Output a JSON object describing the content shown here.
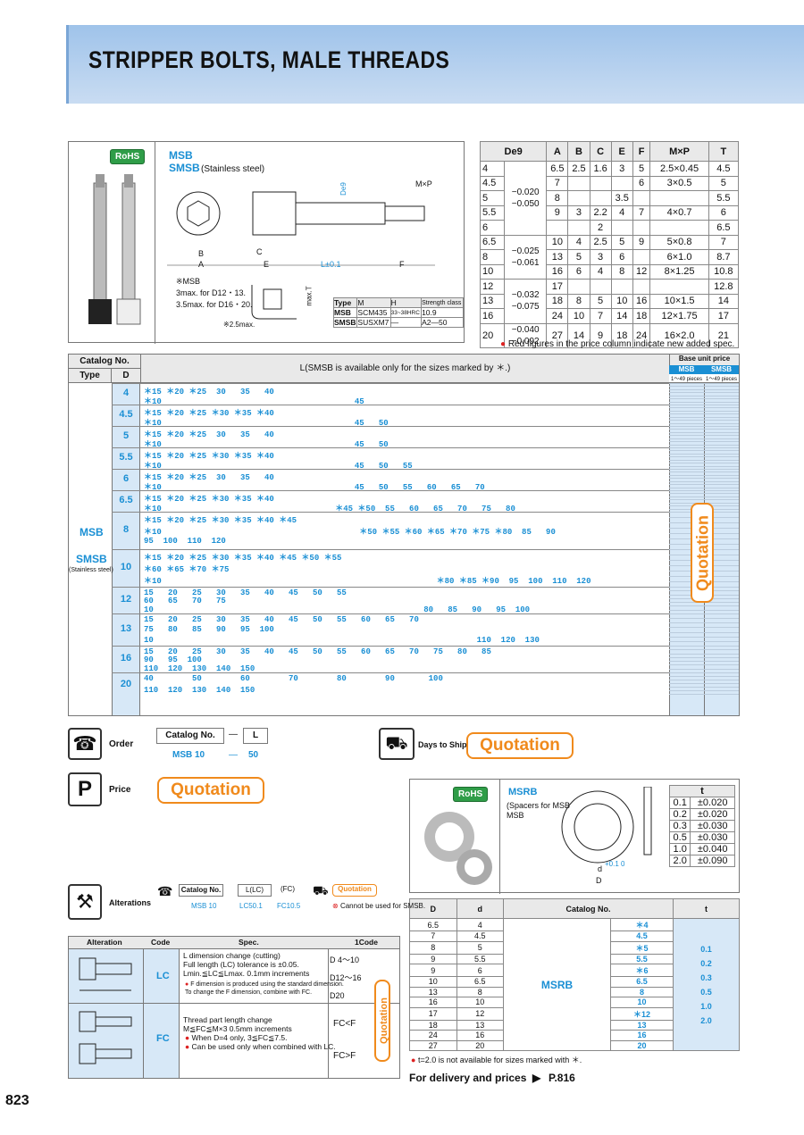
{
  "title": "STRIPPER BOLTS, MALE THREADS",
  "page_number": "823",
  "product": {
    "rohs": "RoHS",
    "code1": "MSB",
    "code2": "SMSB",
    "code2_note": "(Stainless steel)",
    "notes": [
      "※MSB",
      "3max. for D12・13.",
      "3.5max. for D16・20.",
      "※2.5max."
    ],
    "dim_labels": {
      "mxp": "M×P",
      "deg": "De9",
      "L": "L±0.1",
      "A": "A",
      "B": "B",
      "C": "C",
      "E": "E",
      "F": "F",
      "T": "max.T"
    },
    "material_table": {
      "headers": [
        "Type",
        "M",
        "H",
        "Strength class"
      ],
      "rows": [
        [
          "MSB",
          "SCM435",
          "33~38HRC",
          "10.9"
        ],
        [
          "SMSB",
          "SUSXM7",
          "—",
          "A2—50"
        ]
      ]
    }
  },
  "dim_table": {
    "headers": [
      "De9",
      "A",
      "B",
      "C",
      "E",
      "F",
      "M×P",
      "T"
    ],
    "rows": [
      [
        "4",
        "6.5",
        "2.5",
        "1.6",
        "3",
        "5",
        "2.5×0.45",
        "4.5"
      ],
      [
        "4.5",
        "7",
        "",
        "",
        "",
        "6",
        "3×0.5",
        "5"
      ],
      [
        "5",
        "8",
        "",
        "",
        "3.5",
        "",
        "",
        "5.5"
      ],
      [
        "5.5",
        "9",
        "3",
        "2.2",
        "4",
        "7",
        "4×0.7",
        "6"
      ],
      [
        "6",
        "",
        "",
        "2",
        "",
        "",
        "",
        "6.5"
      ],
      [
        "6.5",
        "10",
        "4",
        "2.5",
        "5",
        "9",
        "5×0.8",
        "7"
      ],
      [
        "8",
        "13",
        "5",
        "3",
        "6",
        "",
        "6×1.0",
        "8.7"
      ],
      [
        "10",
        "16",
        "6",
        "4",
        "8",
        "12",
        "8×1.25",
        "10.8"
      ],
      [
        "12",
        "17",
        "",
        "",
        "",
        "",
        "",
        "12.8"
      ],
      [
        "13",
        "18",
        "8",
        "5",
        "10",
        "16",
        "10×1.5",
        "14"
      ],
      [
        "16",
        "24",
        "10",
        "7",
        "14",
        "18",
        "12×1.75",
        "17"
      ],
      [
        "20",
        "27",
        "14",
        "9",
        "18",
        "24",
        "16×2.0",
        "21"
      ]
    ],
    "tol1": "−0.020",
    "tol1b": "−0.050",
    "tol2": "−0.025",
    "tol2b": "−0.061",
    "tol3": "−0.032",
    "tol3b": "−0.075",
    "tol4": "−0.040",
    "tol4b": "−0.092",
    "note": "Red figures in the price column indicate new added spec."
  },
  "main_table": {
    "catalog_no": "Catalog No.",
    "type": "Type",
    "d": "D",
    "l_header": "L(SMSB is available only for the sizes marked by ＊.)",
    "base_price": "Base unit price",
    "msb": "MSB",
    "smsb": "SMSB",
    "qty1": "1～49 pieces",
    "qty2": "1～49 pieces",
    "type_msb": "MSB",
    "type_smsb": "SMSB",
    "type_note": "(Stainless steel)",
    "quotation": "Quotation",
    "rows": [
      {
        "d": "4",
        "top": "＊15 ＊20 ＊25  30   35   40",
        "bot": "＊10                                        45"
      },
      {
        "d": "4.5",
        "top": "＊15 ＊20 ＊25 ＊30 ＊35 ＊40",
        "bot": "＊10                                        45   50"
      },
      {
        "d": "5",
        "top": "＊15 ＊20 ＊25  30   35   40",
        "bot": "＊10                                        45   50"
      },
      {
        "d": "5.5",
        "top": "＊15 ＊20 ＊25 ＊30 ＊35 ＊40",
        "bot": "＊10                                        45   50   55"
      },
      {
        "d": "6",
        "top": "＊15 ＊20 ＊25  30   35   40",
        "bot": "＊10                                        45   50   55   60   65   70"
      },
      {
        "d": "6.5",
        "top": "＊15 ＊20 ＊25 ＊30 ＊35 ＊40",
        "bot": "＊10                                    ＊45 ＊50  55   60   65   70   75   80"
      },
      {
        "d": "8",
        "top": "＊15 ＊20 ＊25 ＊30 ＊35 ＊40 ＊45",
        "bot": "＊10                                         ＊50 ＊55 ＊60 ＊65 ＊70 ＊75 ＊80  85   90",
        "bot2": "95  100  110  120"
      },
      {
        "d": "10",
        "top": "＊15 ＊20 ＊25 ＊30 ＊35 ＊40 ＊45 ＊50 ＊55",
        "mid": "＊60 ＊65 ＊70 ＊75",
        "bot": "＊10                                                         ＊80 ＊85 ＊90  95  100  110  120"
      },
      {
        "d": "12",
        "top": "15   20   25   30   35   40   45   50   55",
        "mid": "60   65   70   75",
        "bot": "10                                                        80   85   90   95  100"
      },
      {
        "d": "13",
        "top": "15   20   25   30   35   40   45   50   55   60   65   70",
        "mid": "75   80   85   90   95  100",
        "bot": "10                                                                   110  120  130"
      },
      {
        "d": "16",
        "top": "15   20   25   30   35   40   45   50   55   60   65   70   75   80   85",
        "mid": "90   95  100",
        "bot": "110  120  130  140  150"
      },
      {
        "d": "20",
        "top": "40        50        60        70        80        90       100",
        "bot": "110  120  130  140  150"
      }
    ]
  },
  "order": {
    "label": "Order",
    "catalog": "Catalog No.",
    "dash": "—",
    "l": "L",
    "ex1": "MSB 10",
    "ex2": "—",
    "ex3": "50"
  },
  "days": {
    "label": "Days to Ship",
    "value": "Quotation"
  },
  "price": {
    "label": "Price",
    "value": "Quotation"
  },
  "msrb": {
    "rohs": "RoHS",
    "code": "MSRB",
    "desc": "(Spacers for MSB",
    "desc2": "MSB",
    "t_header": "t",
    "t_rows": [
      [
        "0.1",
        "±0.020"
      ],
      [
        "0.2",
        "±0.020"
      ],
      [
        "0.3",
        "±0.030"
      ],
      [
        "0.5",
        "±0.030"
      ],
      [
        "1.0",
        "±0.040"
      ],
      [
        "2.0",
        "±0.090"
      ]
    ],
    "headers": [
      "D",
      "d",
      "Catalog No.",
      "t"
    ],
    "name": "MSRB",
    "rows": [
      [
        "6.5",
        "4",
        "＊4"
      ],
      [
        "7",
        "4.5",
        "4.5"
      ],
      [
        "8",
        "5",
        "＊5"
      ],
      [
        "9",
        "5.5",
        "5.5"
      ],
      [
        "9",
        "6",
        "＊6"
      ],
      [
        "10",
        "6.5",
        "6.5"
      ],
      [
        "13",
        "8",
        "8"
      ],
      [
        "16",
        "10",
        "10"
      ],
      [
        "17",
        "12",
        "＊12"
      ],
      [
        "18",
        "13",
        "13"
      ],
      [
        "24",
        "16",
        "16"
      ],
      [
        "27",
        "20",
        "20"
      ]
    ],
    "t_vals": [
      "0.1",
      "0.2",
      "0.3",
      "0.5",
      "1.0",
      "2.0"
    ],
    "note": "t=2.0 is not available for sizes marked with ＊.",
    "dlabel": "d",
    "Dlabel": "D",
    "tol": "+0.1 0"
  },
  "alterations": {
    "label": "Alterations",
    "catalog": "Catalog No.",
    "lc": "L(LC)",
    "fc": "(FC)",
    "quot": "Quotation",
    "ex1": "MSB 10",
    "ex2": "LC50.1",
    "ex3": "FC10.5",
    "cannot": "Cannot be used for SMSB.",
    "headers": [
      "Alteration",
      "Code",
      "Spec.",
      "1Code"
    ],
    "lc_code": "LC",
    "lc_spec": [
      "L dimension change (cutting)",
      "Full length (LC) tolerance is ±0.05.",
      "Lmin.≦LC≦Lmax.  0.1mm increments"
    ],
    "lc_note": [
      "F dimension is produced using the standard dimension.",
      "To change the F dimension, combine with FC."
    ],
    "lc_codes": [
      "D 4～10",
      "D12～16",
      "D20"
    ],
    "fc_code": "FC",
    "fc_spec": [
      "Thread part length change",
      "M≦FC≦M×3  0.5mm increments"
    ],
    "fc_note": [
      "When D=4 only, 3≦FC≦7.5.",
      "Can be used only when combined with LC."
    ],
    "fc_codes": [
      "FC<F",
      "FC>F"
    ],
    "quotation": "Quotation"
  },
  "delivery": "For delivery and prices",
  "delivery_page": "P.816"
}
